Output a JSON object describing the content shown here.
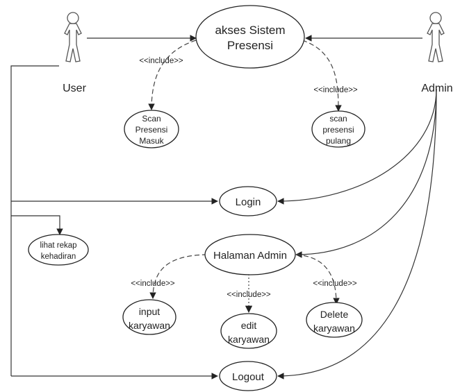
{
  "actors": {
    "user": {
      "label": "User"
    },
    "admin": {
      "label": "Admin"
    }
  },
  "use_cases": {
    "akses_sistem": {
      "line1": "akses Sistem",
      "line2": "Presensi"
    },
    "scan_masuk": {
      "line1": "Scan",
      "line2": "Presensi",
      "line3": "Masuk"
    },
    "scan_pulang": {
      "line1": "scan",
      "line2": "presensi",
      "line3": "pulang"
    },
    "login": {
      "label": "Login"
    },
    "lihat_rekap": {
      "line1": "lihat rekap",
      "line2": "kehadiran"
    },
    "halaman_admin": {
      "label": "Halaman Admin"
    },
    "input_karyawan": {
      "line1": "input",
      "line2": "karyawan"
    },
    "edit_karyawan": {
      "line1": "edit",
      "line2": "karyawan"
    },
    "delete_karyawan": {
      "line1": "Delete",
      "line2": "karyawan"
    },
    "logout": {
      "label": "Logout"
    }
  },
  "relations": {
    "include_scan_masuk": "<<include>>",
    "include_scan_pulang": "<<include>>",
    "include_input": "<<include>>",
    "include_edit": "<<include>>",
    "include_delete": "<<include>>"
  }
}
